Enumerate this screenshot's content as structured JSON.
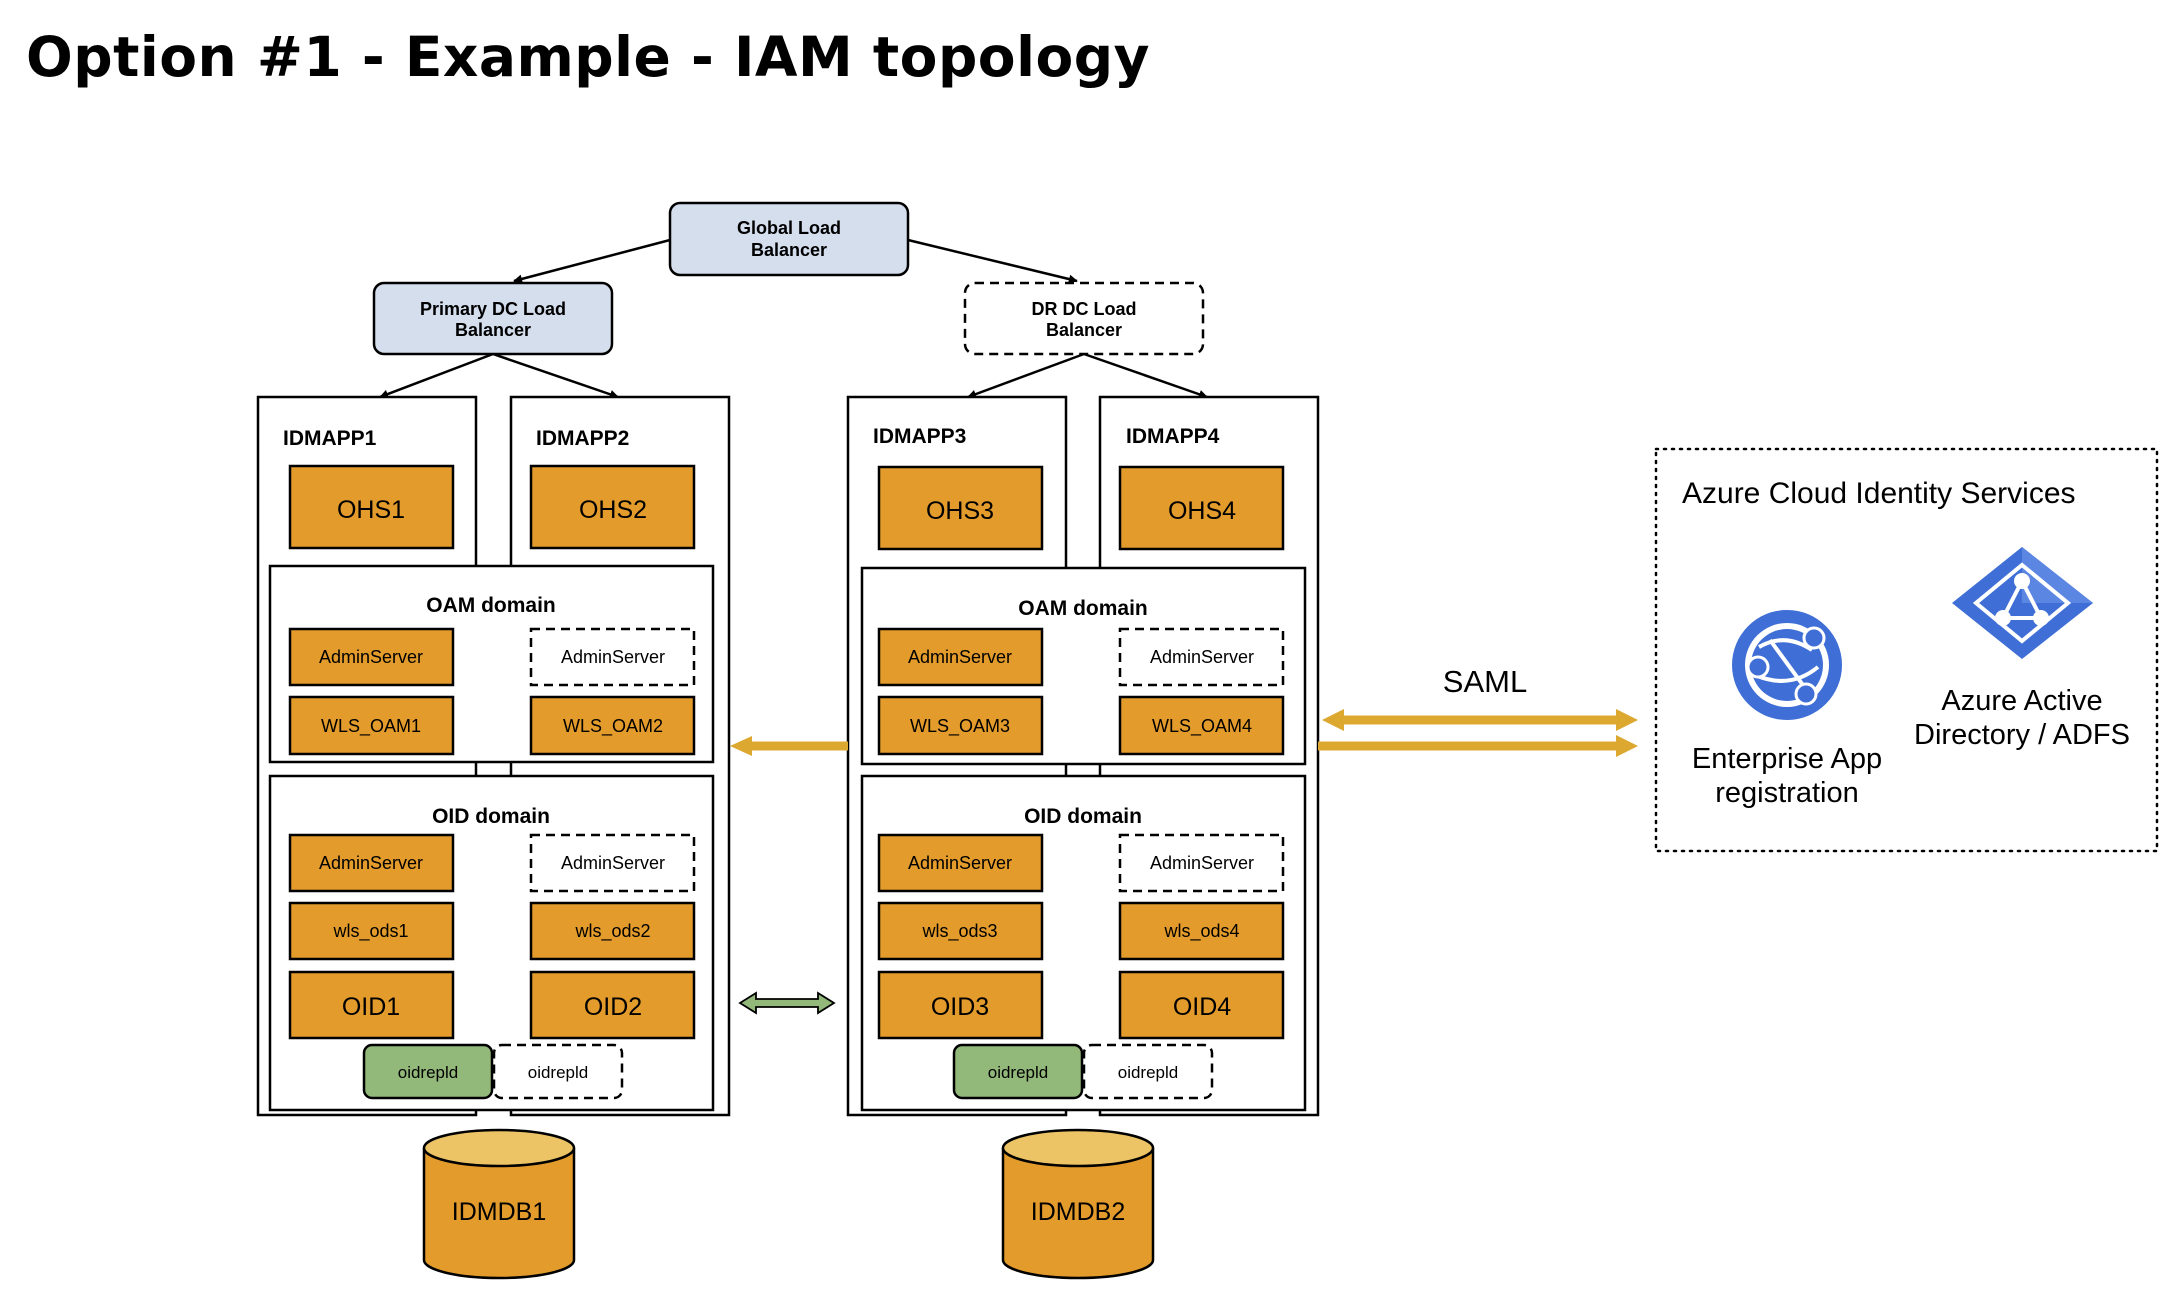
{
  "title": "Option #1 - Example - IAM topology",
  "global_lb": [
    "Global Load",
    "Balancer"
  ],
  "primary_lb": [
    "Primary DC Load",
    "Balancer"
  ],
  "dr_lb": [
    "DR DC Load",
    "Balancer"
  ],
  "hosts": {
    "h1": "IDMAPP1",
    "h2": "IDMAPP2",
    "h3": "IDMAPP3",
    "h4": "IDMAPP4"
  },
  "ohs": {
    "o1": "OHS1",
    "o2": "OHS2",
    "o3": "OHS3",
    "o4": "OHS4"
  },
  "oam_domain_label": "OAM domain",
  "oid_domain_label": "OID domain",
  "admin_server": "AdminServer",
  "wls_oam": {
    "w1": "WLS_OAM1",
    "w2": "WLS_OAM2",
    "w3": "WLS_OAM3",
    "w4": "WLS_OAM4"
  },
  "wls_ods": {
    "w1": "wls_ods1",
    "w2": "wls_ods2",
    "w3": "wls_ods3",
    "w4": "wls_ods4"
  },
  "oid": {
    "o1": "OID1",
    "o2": "OID2",
    "o3": "OID3",
    "o4": "OID4"
  },
  "oidrepld": "oidrepld",
  "db": {
    "d1": "IDMDB1",
    "d2": "IDMDB2"
  },
  "saml": "SAML",
  "azure": {
    "title": "Azure Cloud Identity Services",
    "enterprise_app": [
      "Enterprise App",
      "registration"
    ],
    "aad": [
      "Azure Active",
      "Directory / ADFS"
    ]
  },
  "colors": {
    "box_orange": "#e39b2b",
    "load_balancer_blue": "#d5deed",
    "oidrepld_green": "#93b97a",
    "saml_arrow_gold": "#dca82f",
    "azure_blue": "#3f6fd6"
  }
}
